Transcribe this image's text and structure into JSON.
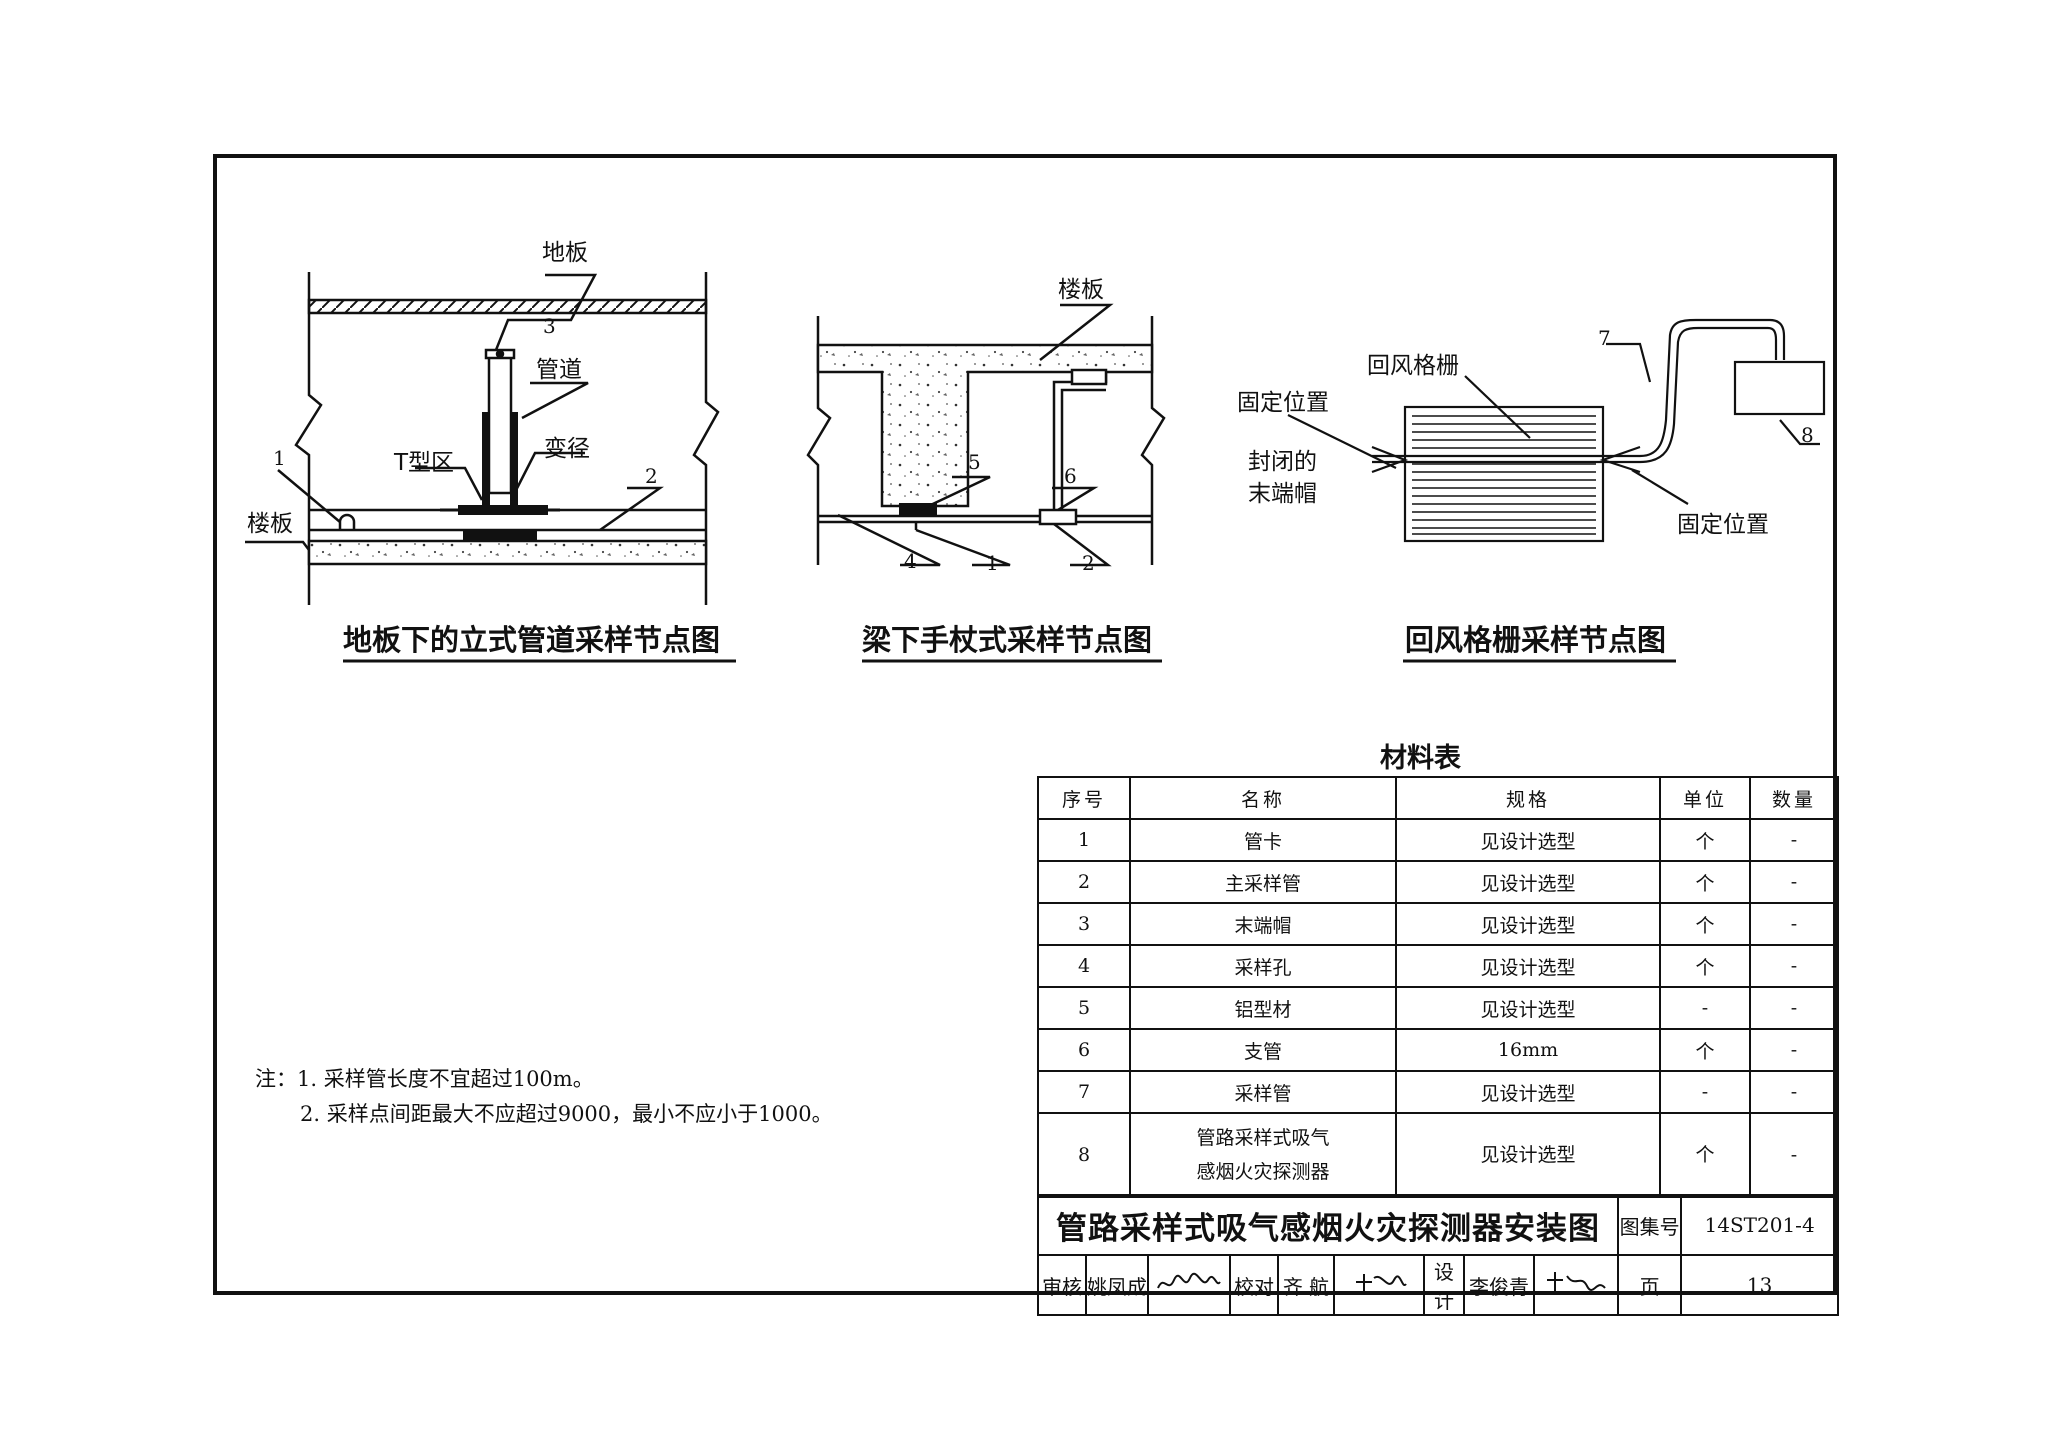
{
  "diagram1": {
    "caption": "地板下的立式管道采样节点图",
    "labels": {
      "floor": "地板",
      "slab": "楼板",
      "pipe": "管道",
      "reducer": "变径",
      "tzone": "T型区"
    },
    "callouts": [
      "1",
      "2",
      "3"
    ]
  },
  "diagram2": {
    "caption": "梁下手杖式采样节点图",
    "labels": {
      "slab": "楼板"
    },
    "callouts": [
      "5",
      "6",
      "4",
      "1",
      "2"
    ]
  },
  "diagram3": {
    "caption": "回风格栅采样节点图",
    "labels": {
      "grille": "回风格栅",
      "fix_pos_1": "固定位置",
      "cap_line1": "封闭的",
      "cap_line2": "末端帽",
      "fix_pos_2": "固定位置"
    },
    "callouts": [
      "7",
      "8"
    ]
  },
  "materials": {
    "title": "材料表",
    "headers": [
      "序号",
      "名称",
      "规格",
      "单位",
      "数量"
    ],
    "rows": [
      {
        "no": "1",
        "name": "管卡",
        "spec": "见设计选型",
        "unit": "个",
        "qty": "-"
      },
      {
        "no": "2",
        "name": "主采样管",
        "spec": "见设计选型",
        "unit": "个",
        "qty": "-"
      },
      {
        "no": "3",
        "name": "末端帽",
        "spec": "见设计选型",
        "unit": "个",
        "qty": "-"
      },
      {
        "no": "4",
        "name": "采样孔",
        "spec": "见设计选型",
        "unit": "个",
        "qty": "-"
      },
      {
        "no": "5",
        "name": "铝型材",
        "spec": "见设计选型",
        "unit": "-",
        "qty": "-"
      },
      {
        "no": "6",
        "name": "支管",
        "spec": "16mm",
        "unit": "个",
        "qty": "-"
      },
      {
        "no": "7",
        "name": "采样管",
        "spec": "见设计选型",
        "unit": "-",
        "qty": "-"
      },
      {
        "no": "8",
        "name_line1": "管路采样式吸气",
        "name_line2": "感烟火灾探测器",
        "spec": "见设计选型",
        "unit": "个",
        "qty": "-"
      }
    ]
  },
  "notes": {
    "prefix": "注：",
    "items": [
      "1. 采样管长度不宜超过100m。",
      "2. 采样点间距最大不应超过9000，最小不应小于1000。"
    ]
  },
  "title_block": {
    "drawing_title": "管路采样式吸气感烟火灾探测器安装图",
    "atlas_label": "图集号",
    "atlas_no": "14ST201-4",
    "review_label": "审核",
    "reviewer": "姚凤成",
    "check_label": "校对",
    "checker": "齐 航",
    "design_label": "设计",
    "designer": "李俊青",
    "page_label": "页",
    "page_no": "13"
  }
}
